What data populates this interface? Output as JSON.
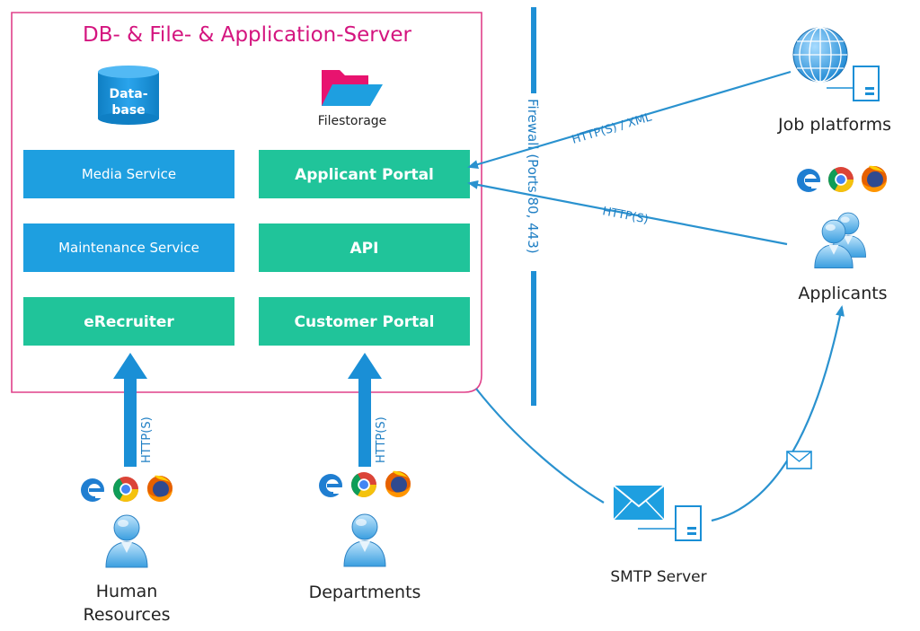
{
  "server": {
    "title": "DB- & File- & Application-Server",
    "database_label_line1": "Data-",
    "database_label_line2": "base",
    "filestorage_label": "Filestorage"
  },
  "services": {
    "media": "Media Service",
    "maintenance": "Maintenance Service",
    "erecruiter": "eRecruiter",
    "applicant_portal": "Applicant Portal",
    "api": "API",
    "customer_portal": "Customer Portal"
  },
  "firewall_label": "Firewall (Ports 80, 443)",
  "connections": {
    "job_platforms_protocol": "HTTP(S) / XML",
    "applicants_protocol": "HTTP(S)",
    "hr_protocol": "HTTP(S)",
    "departments_protocol": "HTTP(S)"
  },
  "actors": {
    "job_platforms": "Job platforms",
    "applicants": "Applicants",
    "hr_line1": "Human",
    "hr_line2": "Resources",
    "departments": "Departments",
    "smtp_server": "SMTP Server"
  },
  "icons": {
    "browsers": [
      "edge-icon",
      "chrome-icon",
      "firefox-icon"
    ],
    "user": "user-icon",
    "users": "users-icon",
    "globe": "globe-icon",
    "server": "server-icon",
    "envelope": "envelope-icon",
    "database": "database-icon",
    "folder": "folder-icon"
  },
  "colors": {
    "server_border": "#e0408a",
    "server_title": "#d4157f",
    "blue_service": "#1e9fe0",
    "green_service": "#20c49a",
    "arrow_blue": "#1a8fd6",
    "line_blue": "#2a92cf",
    "label_blue": "#1f7fc4",
    "folder_pink": "#e8136f"
  }
}
